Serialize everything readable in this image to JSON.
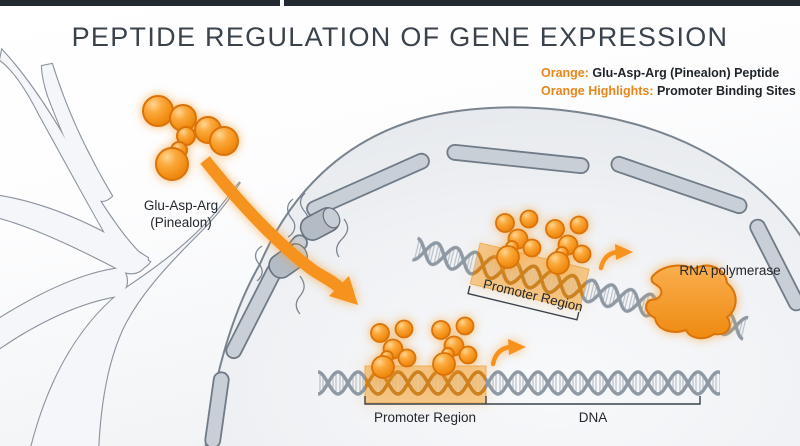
{
  "title": "PEPTIDE REGULATION OF GENE EXPRESSION",
  "legend": {
    "line1": {
      "key": "Orange:",
      "value": " Glu-Asp-Arg (Pinealon) Peptide"
    },
    "line2": {
      "key": "Orange Highlights:",
      "value": " Promoter Binding Sites"
    }
  },
  "labels": {
    "peptide_line1": "Glu-Asp-Arg",
    "peptide_line2": "(Pinealon)",
    "promoter_upper": "Promoter Region",
    "promoter_lower": "Promoter Region",
    "dna": "DNA",
    "rna_polymerase": "RNA polymerase"
  },
  "colors": {
    "orange": "#F6921E",
    "orange_dark": "#D9730A",
    "highlight": "#F6A637",
    "membrane_gray": "#C9CFD7",
    "outline_gray": "#6F7B87",
    "legend_orange": "#E8861B",
    "title_text": "#3A434C",
    "body_text": "#23282D"
  }
}
